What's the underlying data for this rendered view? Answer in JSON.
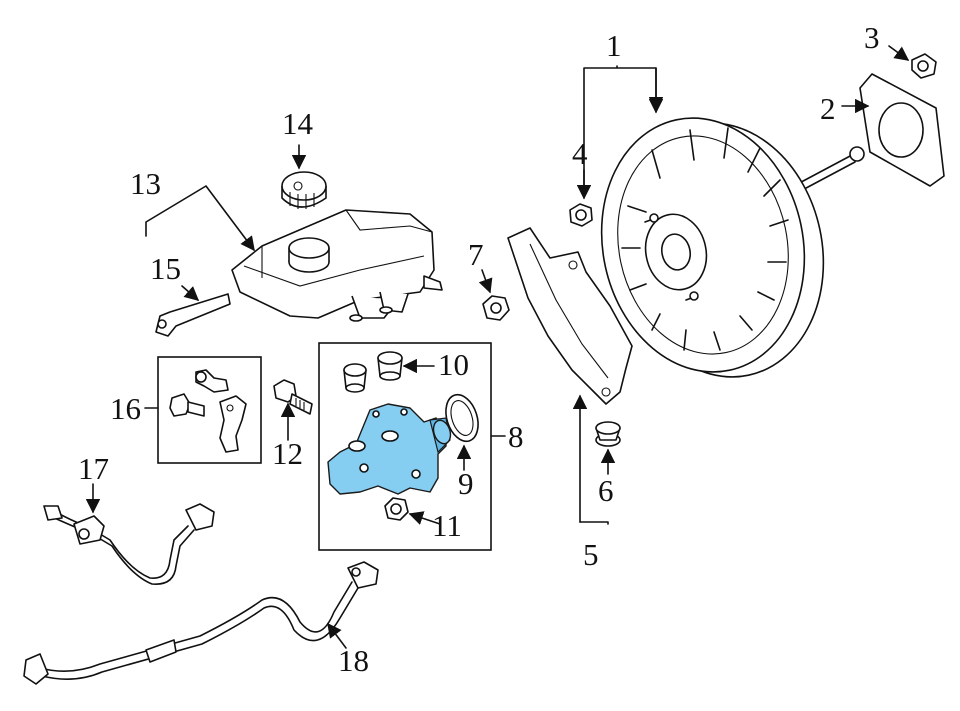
{
  "callouts": {
    "c1": "1",
    "c2": "2",
    "c3": "3",
    "c4": "4",
    "c5": "5",
    "c6": "6",
    "c7": "7",
    "c8": "8",
    "c9": "9",
    "c10": "10",
    "c11": "11",
    "c12": "12",
    "c13": "13",
    "c14": "14",
    "c15": "15",
    "c16": "16",
    "c17": "17",
    "c18": "18"
  },
  "colors": {
    "highlight": "#86cdf2",
    "ink": "#111111",
    "background": "#ffffff"
  },
  "highlighted_part": "8"
}
